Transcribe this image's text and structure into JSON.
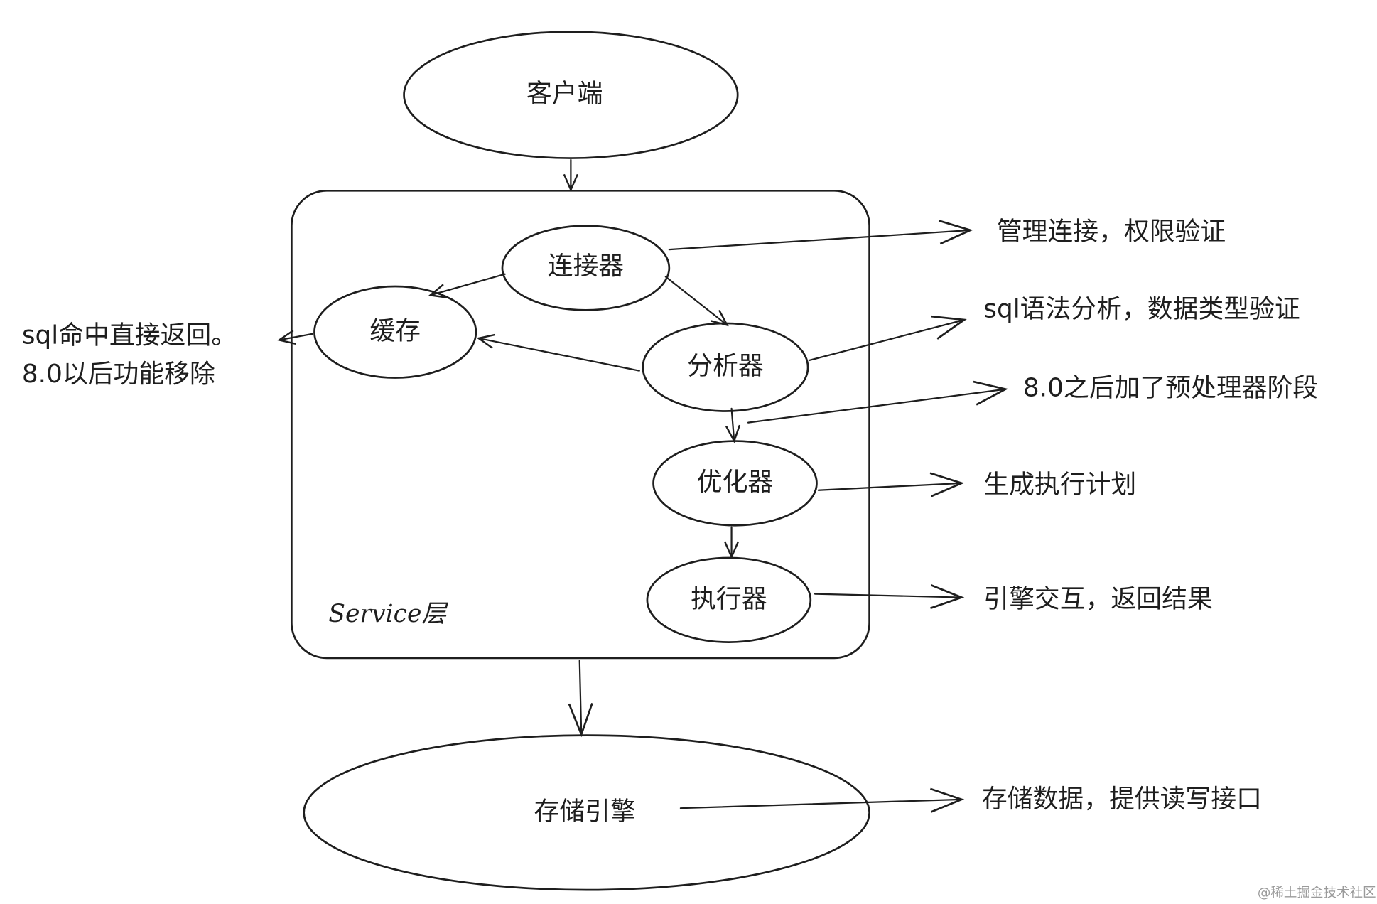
{
  "nodes": {
    "client": "客户端",
    "connector": "连接器",
    "cache": "缓存",
    "analyzer": "分析器",
    "optimizer": "优化器",
    "executor": "执行器",
    "storage": "存储引擎"
  },
  "service_label": "Service层",
  "notes": {
    "connector": "管理连接，权限验证",
    "analyzer": "sql语法分析，数据类型验证",
    "preprocessor": "8.0之后加了预处理器阶段",
    "optimizer": "生成执行计划",
    "executor": "引擎交互，返回结果",
    "storage": "存储数据，提供读写接口",
    "cache_line1": "sql命中直接返回。",
    "cache_line2": "8.0以后功能移除"
  },
  "watermark": "@稀土掘金技术社区"
}
